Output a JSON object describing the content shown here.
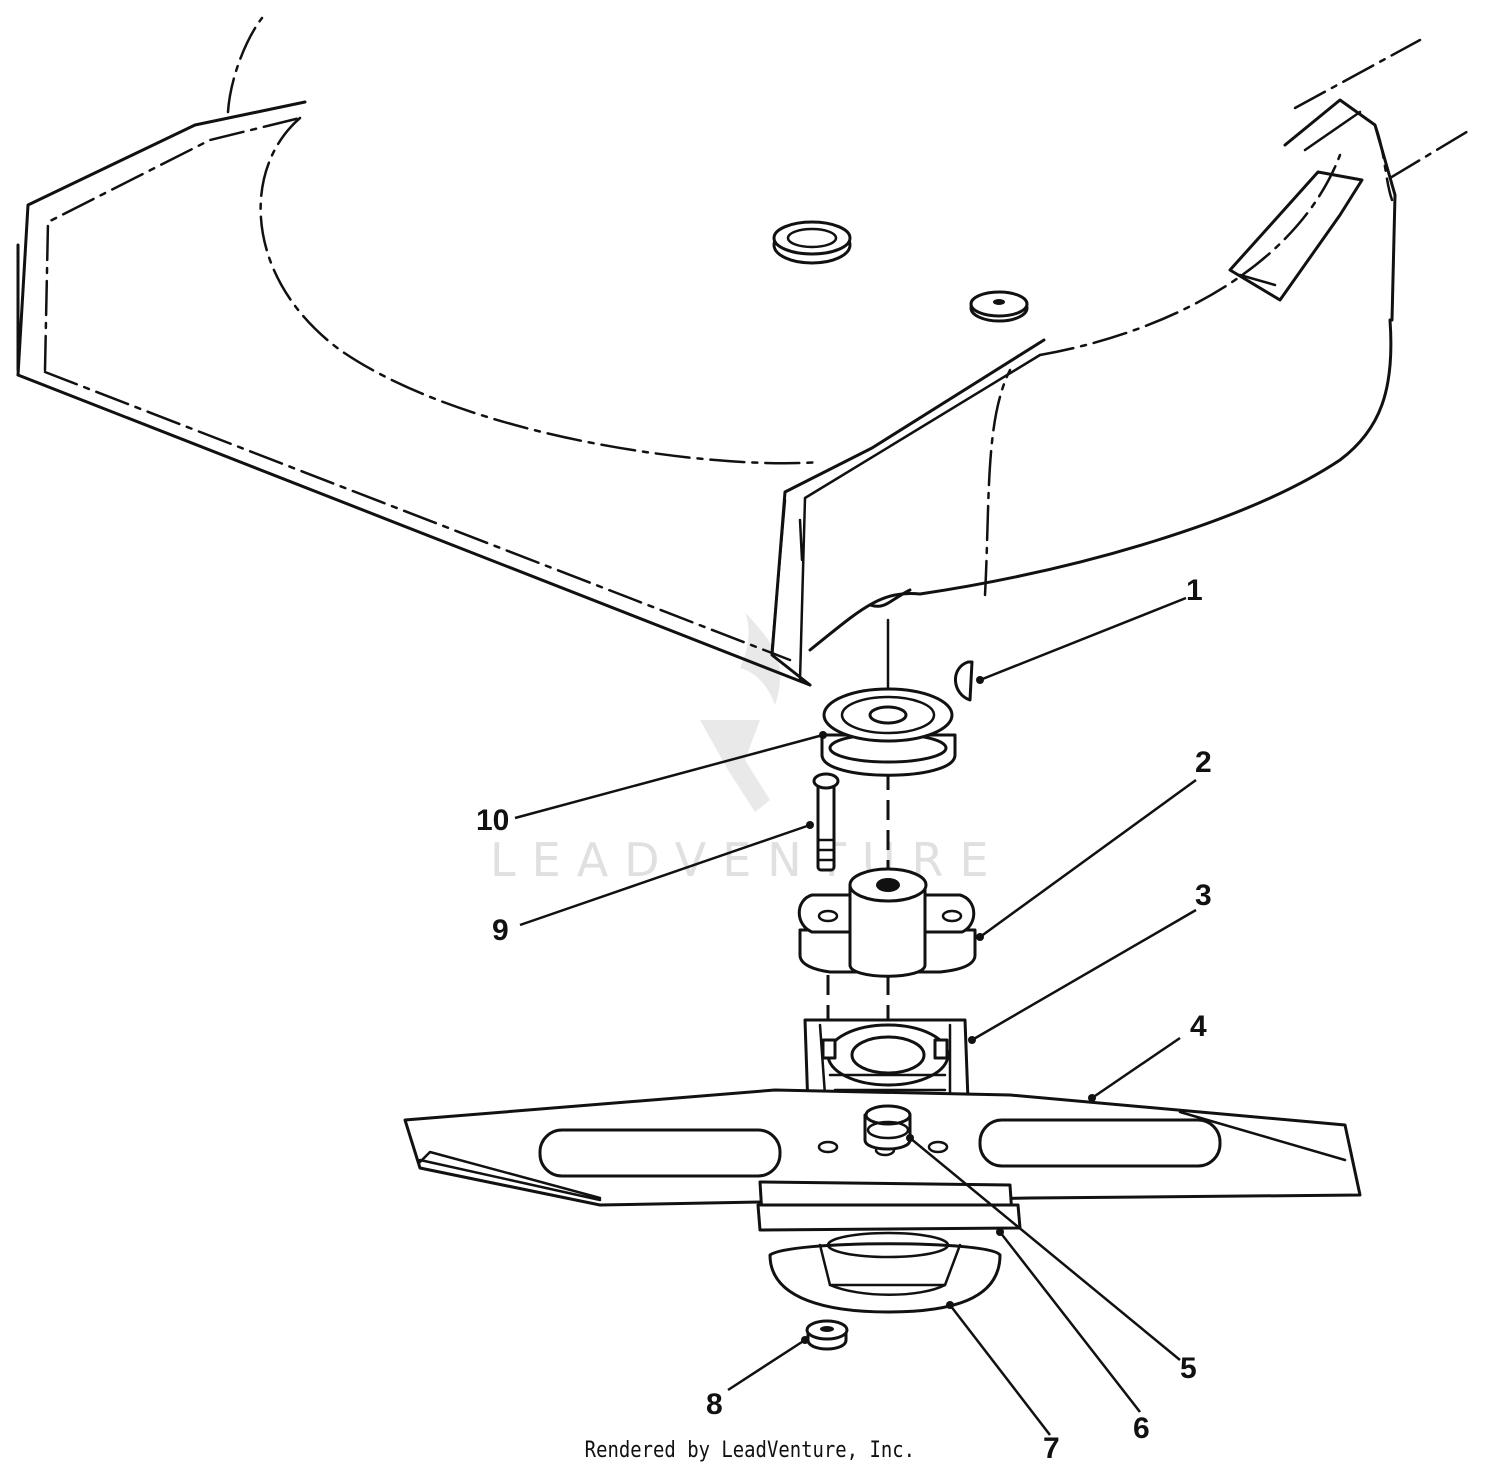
{
  "callouts": [
    "1",
    "2",
    "3",
    "4",
    "5",
    "6",
    "7",
    "8",
    "9",
    "10"
  ],
  "watermark": {
    "text": "LEADVENTURE"
  },
  "credit": "Rendered by LeadVenture, Inc."
}
